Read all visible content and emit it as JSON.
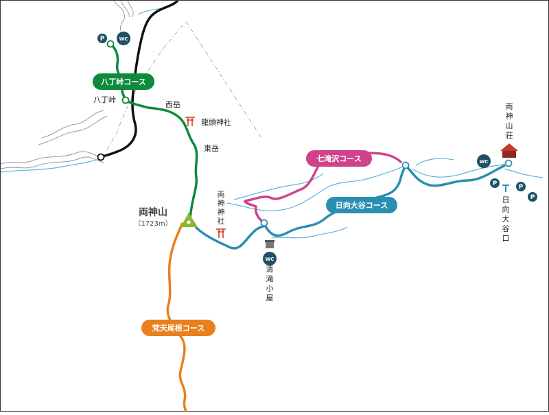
{
  "colors": {
    "hatchoge": "#0e8a3c",
    "shichitaki": "#d0428c",
    "hinata": "#2a8fb0",
    "bonten": "#e8801e",
    "road": "#111111",
    "river": "#5ab4e0",
    "summit": "#8aba2c",
    "shrine": "#d0402c",
    "badge": "#1f5065"
  },
  "courses": {
    "hatchoge": "八丁峠コース",
    "shichitaki": "七滝沢コース",
    "hinata": "日向大谷コース",
    "bonten": "梵天尾根コース"
  },
  "places": {
    "hatchoge": "八丁峠",
    "nishidake": "西岳",
    "ryuto": "龍頭神社",
    "higashidake": "東岳",
    "summit_name": "両神山",
    "summit_elev": "（1723m）",
    "ryokami_shrine": "両神神社",
    "seitaki": "清滝小屋",
    "ryokami_sanso": "両神山荘",
    "hinata_guchi": "日向大谷口"
  },
  "symbols": {
    "wc": "WC",
    "parking": "P"
  }
}
